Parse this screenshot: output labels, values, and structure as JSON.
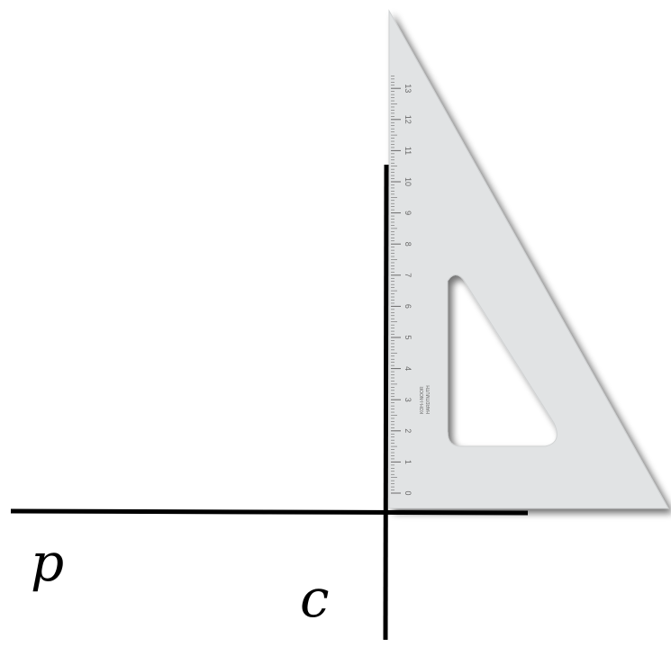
{
  "labels": {
    "line_p": "p",
    "line_c": "c"
  },
  "set_square": {
    "scale_numbers": [
      "0",
      "1",
      "2",
      "3",
      "4",
      "5",
      "6",
      "7",
      "8",
      "9",
      "10",
      "11",
      "12",
      "13"
    ],
    "brand_lines": [
      "KOH-I-NOOR",
      "HARDTMUTH"
    ],
    "colors": {
      "body": "#e1e3e4",
      "shadow": "#9a9c9e",
      "markings": "#6a6a6a"
    }
  },
  "colors": {
    "lines": "#000000",
    "background": "#ffffff"
  }
}
